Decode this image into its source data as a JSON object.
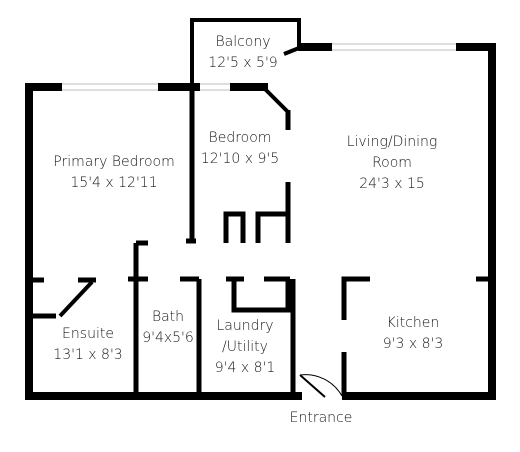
{
  "rooms": {
    "balcony": {
      "name": "Balcony",
      "size": "12'5 x 5'9"
    },
    "bedroom": {
      "name": "Bedroom",
      "size": "12'10 x 9'5"
    },
    "living": {
      "name_line1": "Living/Dining",
      "name_line2": "Room",
      "size": "24'3 x 15"
    },
    "primary": {
      "name": "Primary Bedroom",
      "size": "15'4 x 12'11"
    },
    "ensuite": {
      "name": "Ensuite",
      "size": "13'1 x 8'3"
    },
    "bath": {
      "name": "Bath",
      "size": "9'4x5'6"
    },
    "laundry": {
      "name_line1": "Laundry",
      "name_line2": "/Utility",
      "size": "9'4 x 8'1"
    },
    "kitchen": {
      "name": "Kitchen",
      "size": "9'3 x 8'3"
    }
  },
  "entrance": "Entrance",
  "colors": {
    "wall": "#000000",
    "window": "#bdbdbd",
    "background": "#ffffff"
  }
}
